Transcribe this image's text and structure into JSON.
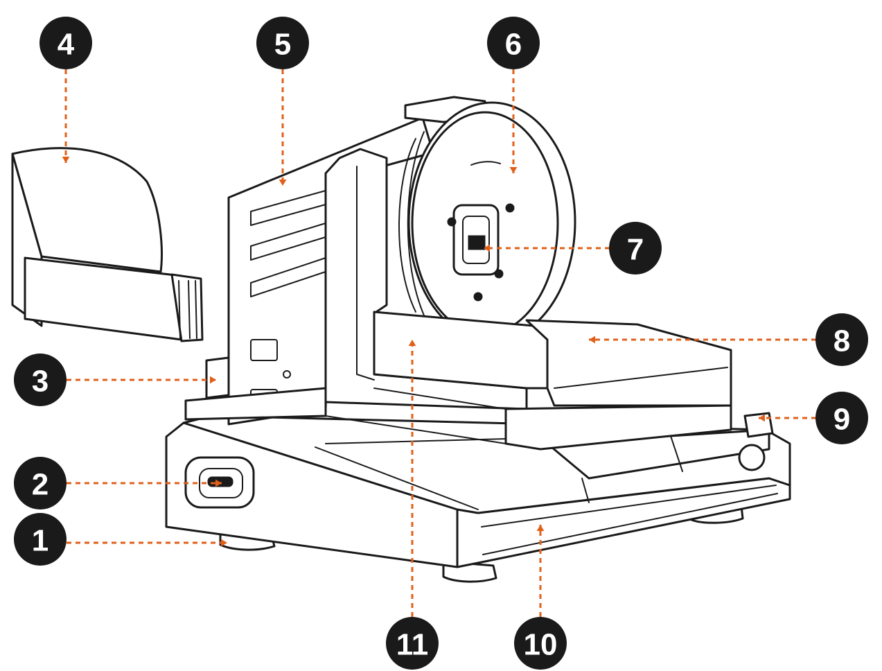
{
  "colors": {
    "leader": "#e0601a",
    "badge": "#1a1a1a",
    "badge_text": "#ffffff",
    "outline": "#1a1a1a"
  },
  "callouts": [
    {
      "id": "1",
      "label": "1"
    },
    {
      "id": "2",
      "label": "2"
    },
    {
      "id": "3",
      "label": "3"
    },
    {
      "id": "4",
      "label": "4"
    },
    {
      "id": "5",
      "label": "5"
    },
    {
      "id": "6",
      "label": "6"
    },
    {
      "id": "7",
      "label": "7"
    },
    {
      "id": "8",
      "label": "8"
    },
    {
      "id": "9",
      "label": "9"
    },
    {
      "id": "10",
      "label": "10"
    },
    {
      "id": "11",
      "label": "11"
    }
  ]
}
